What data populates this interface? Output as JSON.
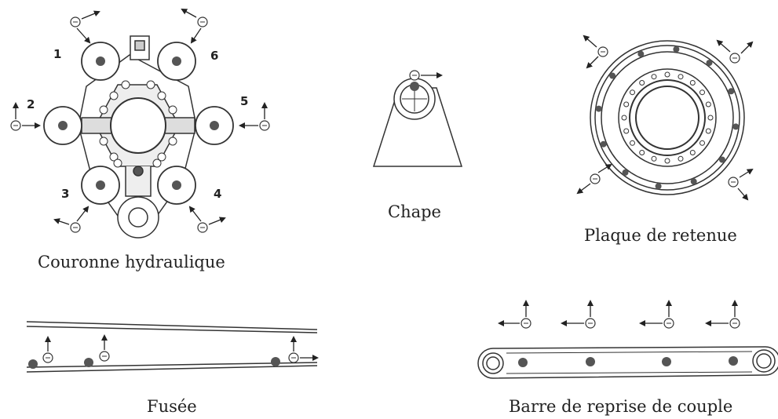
{
  "captions": {
    "couronne": "Couronne hydraulique",
    "chape": "Chape",
    "plaque": "Plaque de retenue",
    "fusee": "Fusée",
    "barre": "Barre de reprise de couple"
  },
  "couronne_numbers": [
    "1",
    "2",
    "3",
    "4",
    "5",
    "6"
  ],
  "colors": {
    "line": "#333333",
    "fill": "#ffffff",
    "dot": "#555555",
    "shade": "#dddddd"
  }
}
